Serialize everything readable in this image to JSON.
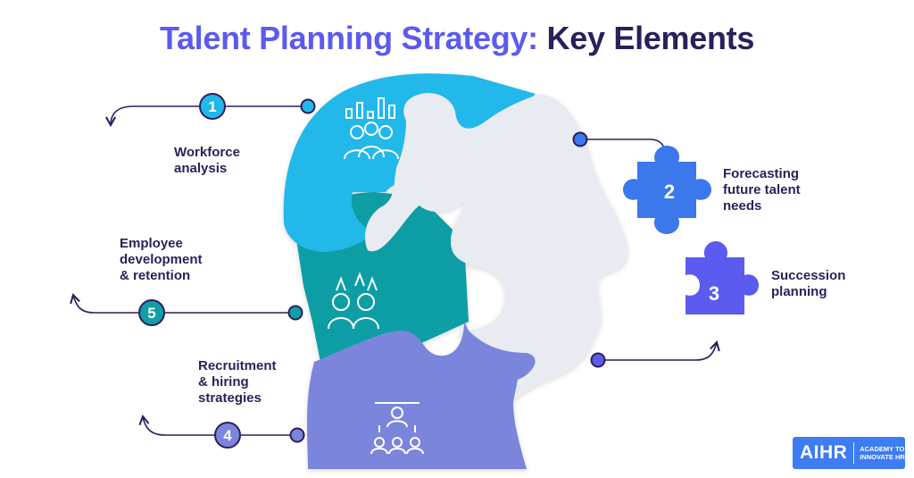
{
  "title": {
    "part1": "Talent Planning Strategy:",
    "part2": "Key Elements"
  },
  "elements": [
    {
      "number": "1",
      "line1": "Workforce",
      "line2": "analysis",
      "line3": ""
    },
    {
      "number": "2",
      "line1": "Forecasting",
      "line2": "future talent",
      "line3": "needs"
    },
    {
      "number": "3",
      "line1": "Succession",
      "line2": "planning",
      "line3": ""
    },
    {
      "number": "4",
      "line1": "Recruitment",
      "line2": "& hiring",
      "line3": "strategies"
    },
    {
      "number": "5",
      "line1": "Employee",
      "line2": "development",
      "line3": "& retention"
    }
  ],
  "colors": {
    "piece1": "#20b8ea",
    "piece2": "#e9ebf3",
    "piece3": "#119ea5",
    "piece4": "#7b85dc",
    "puzzle2": "#3b78ec",
    "puzzle3": "#5b5bf0",
    "navy": "#2b1f5c"
  },
  "icons": [
    "team-analytics-icon",
    "employee-growth-icon",
    "recruitment-hierarchy-icon"
  ],
  "logo": {
    "brand": "AIHR",
    "tagline1": "ACADEMY TO",
    "tagline2": "INNOVATE HR"
  }
}
